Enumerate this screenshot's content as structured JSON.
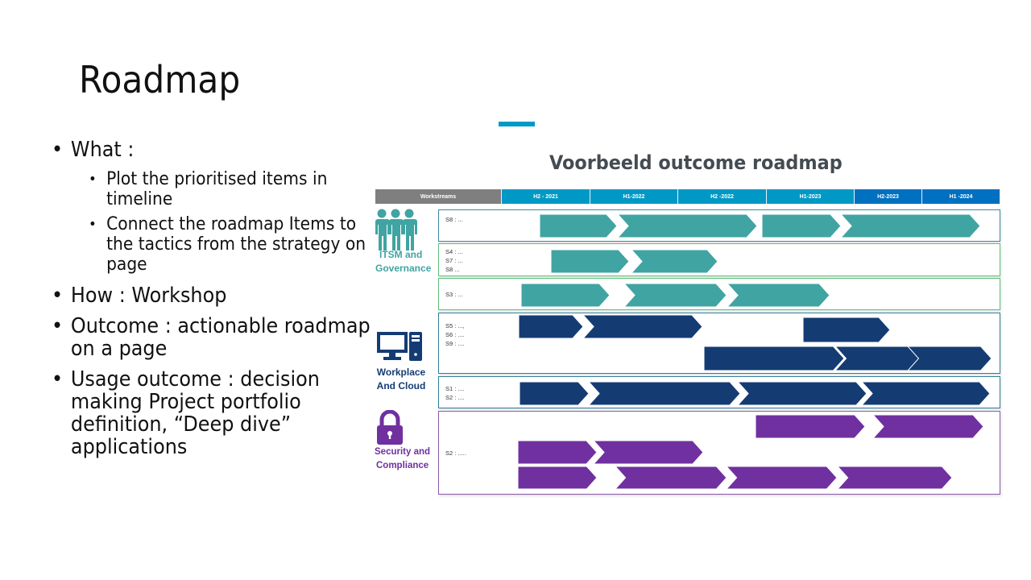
{
  "slide": {
    "title": "Roadmap",
    "bullets": [
      {
        "level": 1,
        "text": "What :"
      },
      {
        "level": 2,
        "text": "Plot the prioritised items in timeline"
      },
      {
        "level": 2,
        "text": "Connect the roadmap Items to the tactics from the strategy on page"
      },
      {
        "level": 1,
        "text": "How : Workshop"
      },
      {
        "level": 1,
        "text": "Outcome : actionable roadmap on a page"
      },
      {
        "level": 1,
        "text": "Usage outcome : decision making  Project portfolio definition, “Deep dive” applications"
      }
    ]
  },
  "roadmap": {
    "title": "Voorbeeld outcome roadmap",
    "accent_color": "#009ac7",
    "header": {
      "workstreams_label": "Workstreams",
      "periods": [
        "H2 - 2021",
        "H1-2022",
        "H2 -2022",
        "H1-2023",
        "H2-2023",
        "H1 -2024"
      ]
    },
    "colors": {
      "header_gray": "#7f7f7f",
      "header_light": "#0099c6",
      "header_dark": "#0070c0",
      "itsm": "#40a4a2",
      "workplace": "#143c73",
      "security": "#7030a0",
      "lane_itsm_border_1": "#3a8aa0",
      "lane_itsm_border_2": "#5cc27a",
      "lane_workplace_border": "#2f7f99",
      "lane_security_border": "#8a5aa8"
    },
    "workstreams": [
      {
        "name_line1": "ITSM and",
        "name_line2": "Governance",
        "icon": "people-group-icon",
        "lanes": [
          {
            "labels": [
              "S8 : ..."
            ]
          },
          {
            "labels": [
              "S4 : ...",
              "S7 : ...",
              "S8 ..."
            ]
          },
          {
            "labels": [
              "S3 : ..."
            ]
          }
        ]
      },
      {
        "name_line1": "Workplace",
        "name_line2": "And Cloud",
        "icon": "desktop-computer-icon",
        "lanes": [
          {
            "labels": [
              "S5 : ...,",
              "S6 : ....",
              "S9 : ...."
            ]
          },
          {
            "labels": [
              "S1 : ....",
              "S2 : ...."
            ]
          }
        ]
      },
      {
        "name_line1": "Security and",
        "name_line2": "Compliance",
        "icon": "padlock-icon",
        "lanes": [
          {
            "labels": [
              "S2 : ....."
            ]
          }
        ]
      }
    ]
  }
}
